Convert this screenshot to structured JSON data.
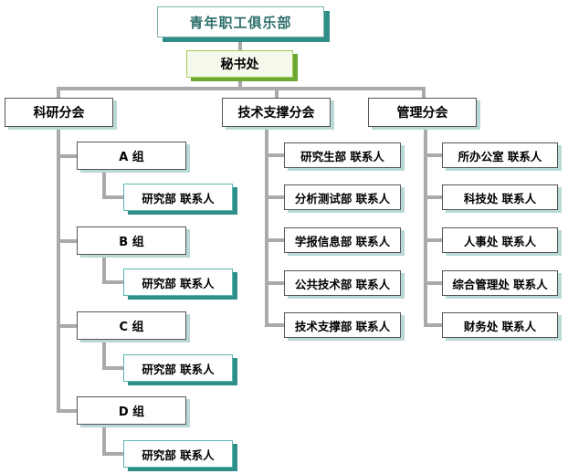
{
  "org": {
    "root": "青年职工俱乐部",
    "secretary": "秘书处",
    "branches": [
      "科研分会",
      "技术支撑分会",
      "管理分会"
    ],
    "research_groups": [
      {
        "label": "A 组",
        "child": "研究部  联系人"
      },
      {
        "label": "B 组",
        "child": "研究部  联系人"
      },
      {
        "label": "C 组",
        "child": "研究部  联系人"
      },
      {
        "label": "D 组",
        "child": "研究部  联系人"
      }
    ],
    "tech_units": [
      "研究生部  联系人",
      "分析测试部  联系人",
      "学报信息部  联系人",
      "公共技术部  联系人",
      "技术支撑部  联系人"
    ],
    "mgmt_units": [
      "所办公室  联系人",
      "科技处  联系人",
      "人事处  联系人",
      "综合管理处  联系人",
      "财务处  联系人"
    ]
  },
  "colors": {
    "connector": "#aaaaaa",
    "root_text": "#2e6f6b",
    "accent_teal": "#2e8f88",
    "accent_green": "#6aa832"
  }
}
